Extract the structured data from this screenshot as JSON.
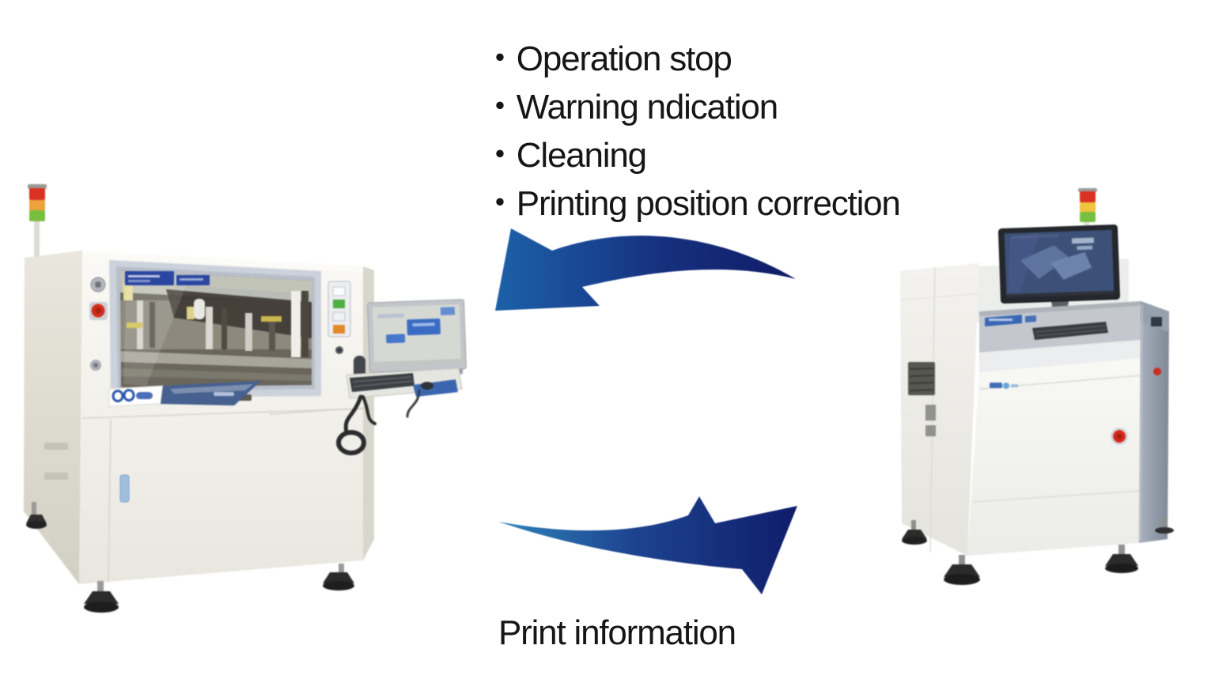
{
  "feedback_list": {
    "items": [
      "・Operation stop",
      "・Warning ndication",
      "・Cleaning",
      "・Printing position correction"
    ]
  },
  "print_info": {
    "label": "Print information"
  },
  "arrows": {
    "top": {
      "direction": "right-to-left",
      "gradient_start": "#1d61a9",
      "gradient_mid": "#16317f",
      "gradient_end": "#101b66"
    },
    "bottom": {
      "direction": "left-to-right",
      "gradient_start": "#2f83ba",
      "gradient_mid": "#1d4490",
      "gradient_end": "#101d6b"
    }
  },
  "machines": {
    "left": {
      "name": "solder-paste-printer",
      "signal_tower": [
        "#d93122",
        "#eda23c",
        "#79bf3f"
      ]
    },
    "right": {
      "name": "inspection-machine",
      "signal_tower": [
        "#d93122",
        "#f0c43c",
        "#79bf3f"
      ]
    }
  },
  "text_color": "#161616",
  "background": "#ffffff"
}
